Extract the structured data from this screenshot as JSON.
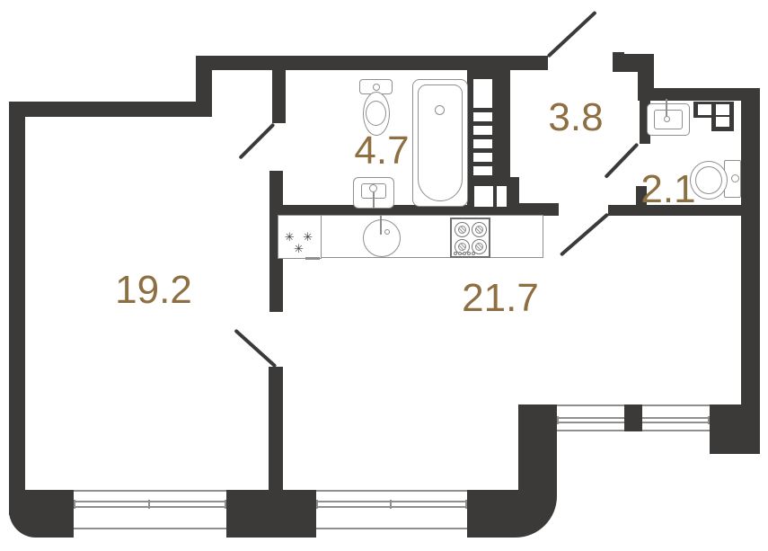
{
  "plan": {
    "type": "apartment-floor-plan",
    "colors": {
      "wall": "#3b3a38",
      "label": "#8e6f42",
      "line": "#8f8f8f",
      "background": "#ffffff"
    },
    "rooms": [
      {
        "name": "room",
        "area": "19.2"
      },
      {
        "name": "bathroom",
        "area": "4.7"
      },
      {
        "name": "hallway",
        "area": "3.8"
      },
      {
        "name": "wc",
        "area": "2.1"
      },
      {
        "name": "kitchen-living",
        "area": "21.7"
      }
    ],
    "washer_symbol": "✳ ✳ ✳",
    "fixtures": [
      "toilet",
      "bathroom-sink",
      "bathtub",
      "ventilation-shaft",
      "washing-machine",
      "kitchen-sink",
      "stove",
      "wc-sink",
      "wc-toilet",
      "entrance-door",
      "interior-doors",
      "windows"
    ]
  }
}
